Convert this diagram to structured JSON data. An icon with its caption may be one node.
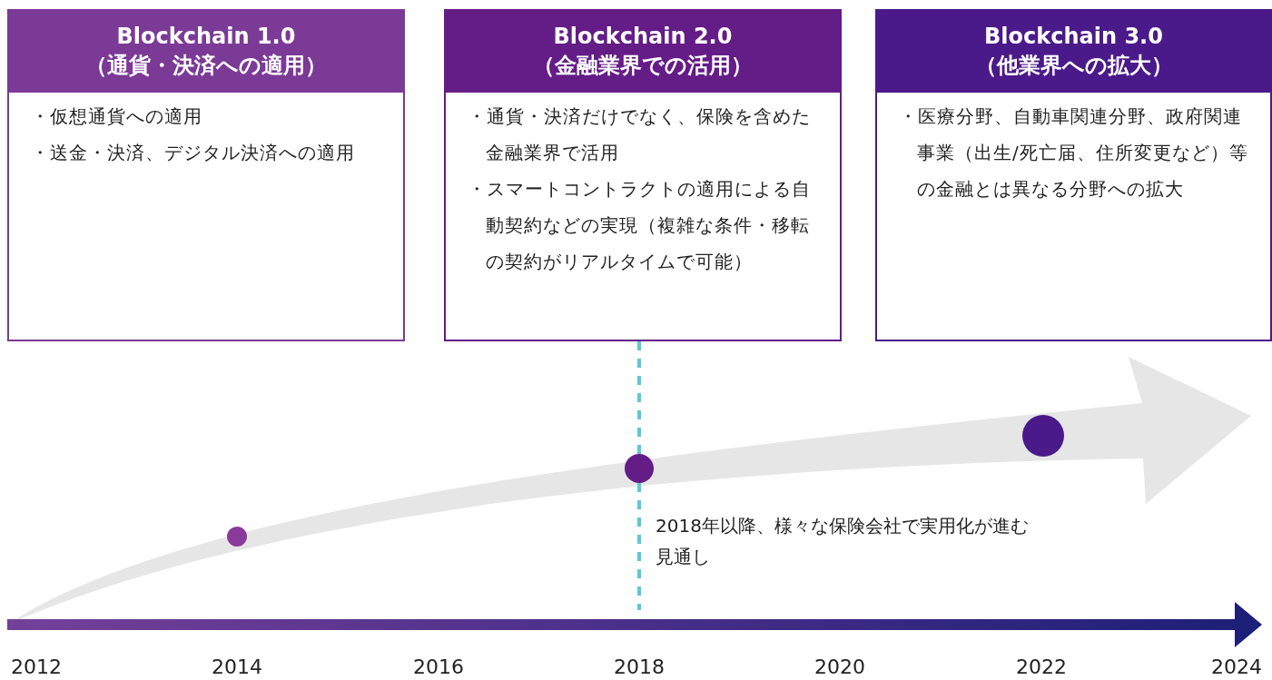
{
  "diagram": {
    "nodes": [
      {
        "text": [
          "Blockchain 1.0 （通貨・決済への適用）",
          "・仮想通貨への適用",
          "・送金・決済、デジタル決済への適用"
        ]
      },
      {
        "text": [
          "Blockchain 2.0 （金融業界での活用）",
          "・通貨・決済だけでなく、保険を含めた金融業界で活用",
          "・スマートコントラクトの適用による自動契約などの実現（複雑な条件・移転の契約がリアルタイムで可能）"
        ]
      },
      {
        "text": [
          "Blockchain 3.0 （他業界への拡大）",
          "・医療分野、自動車関連分野、政府関連事業（出生/死亡届、住所変更など）等の金融とは異なる分野への拡大"
        ]
      },
      {
        "text": [],
        "shape": "circle"
      },
      {
        "text": [],
        "shape": "circle"
      },
      {
        "text": [],
        "shape": "circle"
      }
    ],
    "edges": [
      {
        "from": 1,
        "to": 4,
        "arrow": "none",
        "style": "dashed",
        "color": "#5bc8d8"
      },
      {
        "from": 4,
        "to": null,
        "arrow": "none",
        "style": "dashed",
        "color": "#5bc8d8"
      }
    ],
    "labels": [
      "2018年以降、様々な保険会社で実用化が進む見通し",
      "2012",
      "2014",
      "2016",
      "2018",
      "2020",
      "2022",
      "2024"
    ]
  }
}
